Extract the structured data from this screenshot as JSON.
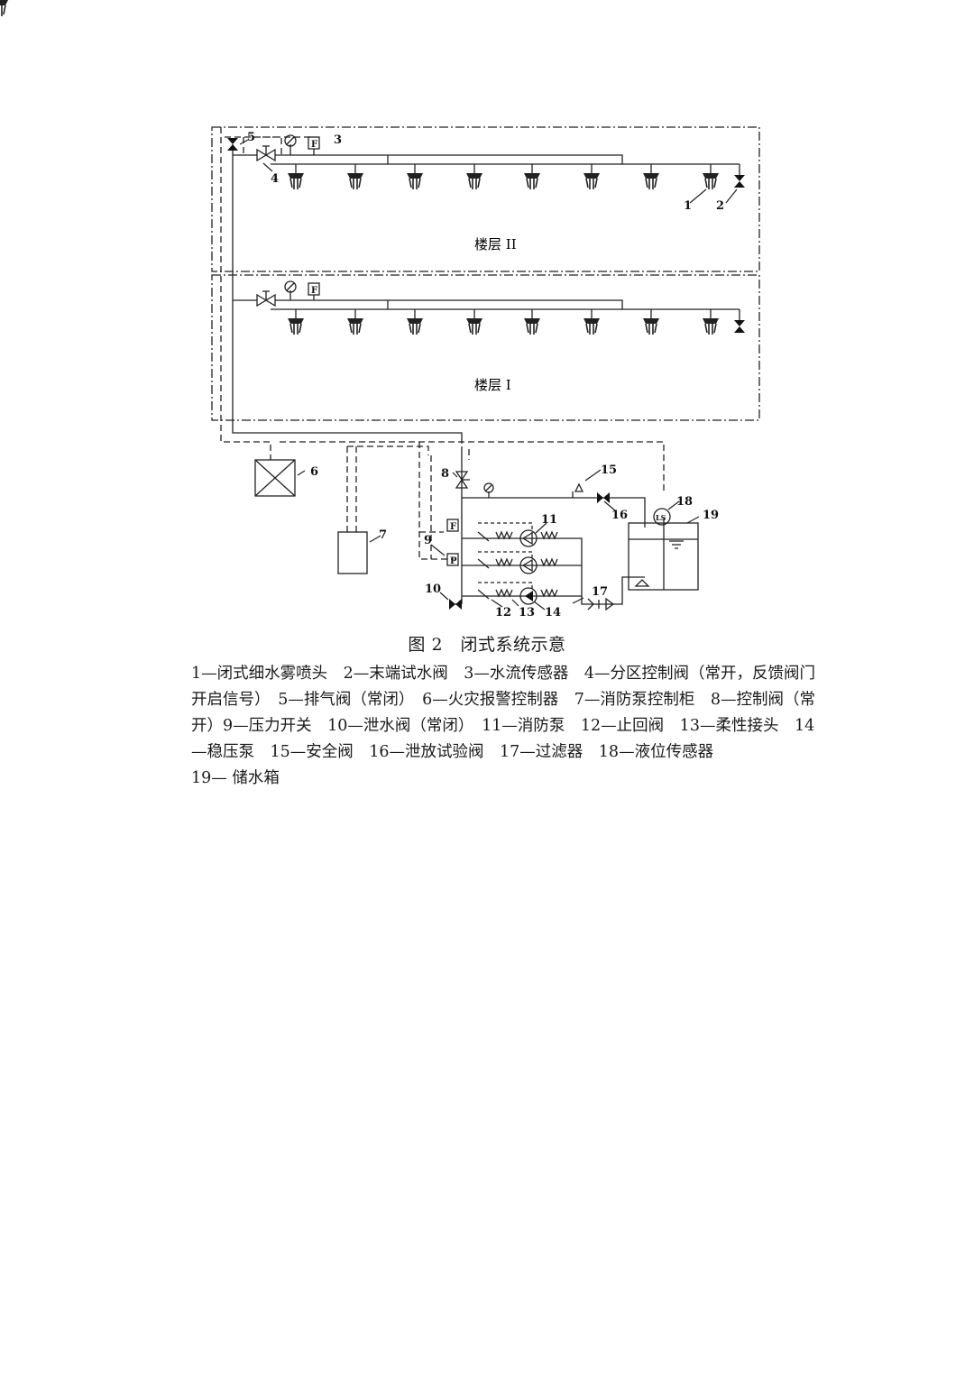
{
  "figure": {
    "caption": "图 2　闭式系统示意",
    "floors": [
      "楼层 II",
      "楼层 I"
    ],
    "callouts": [
      "1",
      "2",
      "3",
      "4",
      "5",
      "6",
      "7",
      "8",
      "9",
      "10",
      "11",
      "12",
      "13",
      "14",
      "15",
      "16",
      "17",
      "18",
      "19"
    ],
    "box_letters": {
      "flow": "F",
      "pressure": "P",
      "level": "LS"
    }
  },
  "legend": {
    "line1": "1—闭式细水雾喷头　2—末端试水阀　3—水流传感器　4—分区控制阀（常开，反馈阀门",
    "line2": "开启信号）　5—排气阀（常闭）　6—火灾报警控制器　7—消防泵控制柜　8—控制阀（常",
    "line3": "开）9—压力开关　10—泄水阀（常闭）　11—消防泵　12—止回阀　13—柔性接头　14",
    "line4": "—稳压泵　15—安全阀　16—泄放试验阀　17—过滤器　18—液位传感器",
    "line5": "19—  储水箱"
  }
}
